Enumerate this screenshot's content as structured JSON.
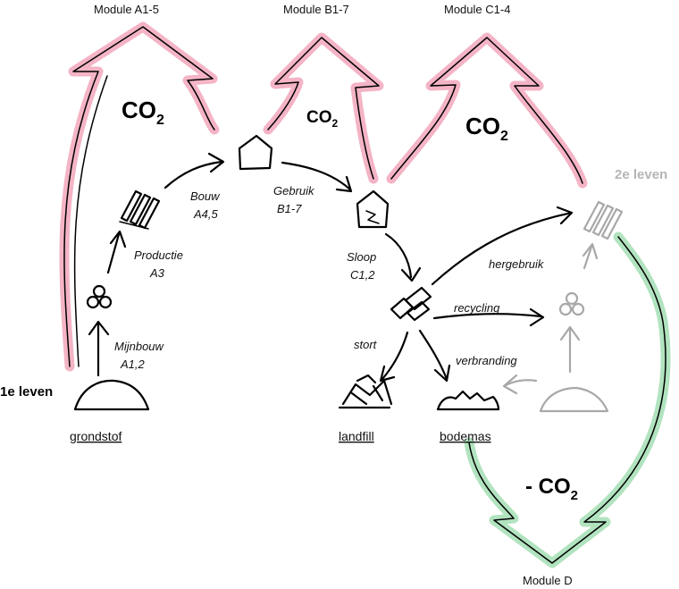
{
  "modules": {
    "a": "Module A1-5",
    "b": "Module B1-7",
    "c": "Module C1-4",
    "d": "Module D"
  },
  "co2": {
    "base": "CO",
    "sub": "2",
    "negative_prefix": "- CO"
  },
  "lives": {
    "first": "1e leven",
    "second": "2e leven"
  },
  "steps": {
    "mining_name": "Mijnbouw",
    "mining_code": "A1,2",
    "production_name": "Productie",
    "production_code": "A3",
    "construction_name": "Bouw",
    "construction_code": "A4,5",
    "use_name": "Gebruik",
    "use_code": "B1-7",
    "demolition_name": "Sloop",
    "demolition_code": "C1,2",
    "reuse": "hergebruik",
    "recycling": "recycling",
    "landfill_flow": "stort",
    "incineration": "verbranding"
  },
  "stages": {
    "raw": "grondstof",
    "landfill": "landfill",
    "soil": "bodemas"
  },
  "colors": {
    "emission": "#f2a7bb",
    "credit": "#a8e0b8",
    "second_life": "#a8a8a8"
  }
}
